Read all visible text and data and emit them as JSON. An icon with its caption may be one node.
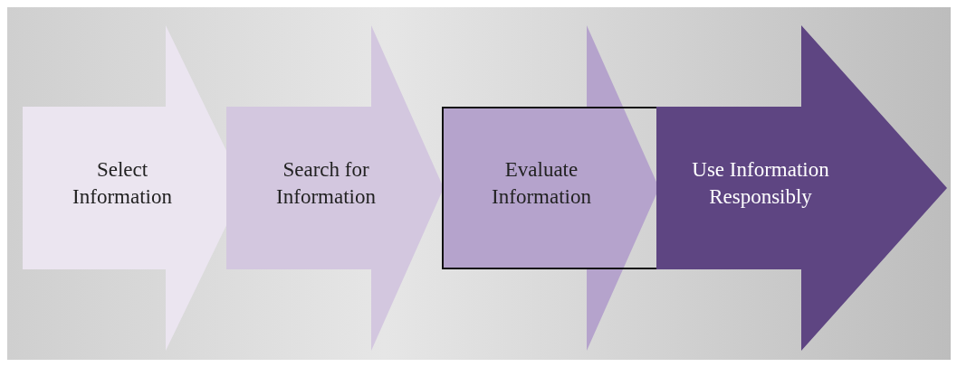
{
  "diagram": {
    "nodes": [
      {
        "text": [
          "Select Information"
        ]
      },
      {
        "text": [
          "Search for Information"
        ]
      },
      {
        "text": [
          "Evaluate Information"
        ]
      },
      {
        "text": [
          "Use Information Responsibly"
        ]
      }
    ]
  }
}
